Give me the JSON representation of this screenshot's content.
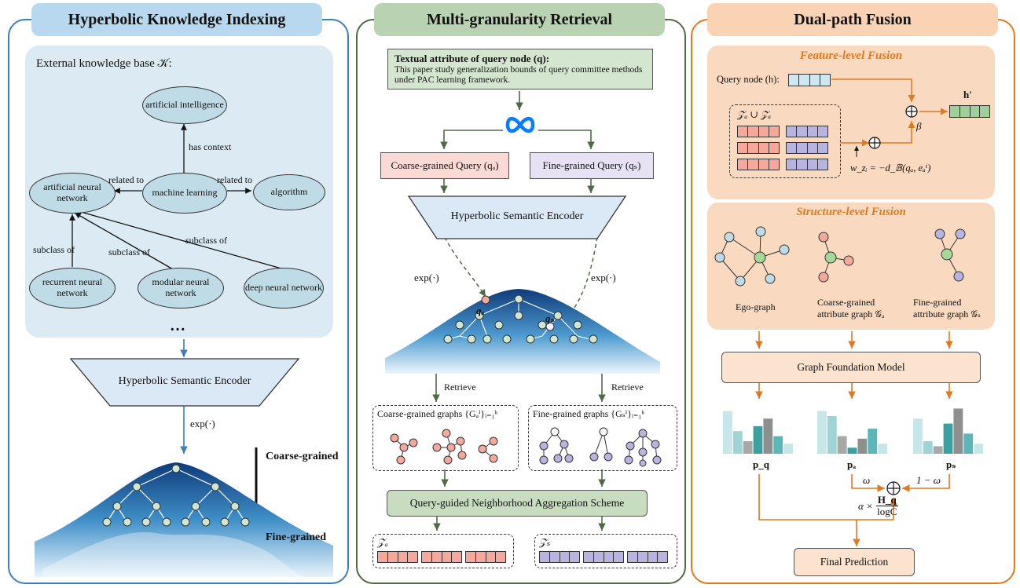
{
  "panels": {
    "left": {
      "title": "Hyperbolic Knowledge Indexing"
    },
    "middle": {
      "title": "Multi-granularity Retrieval"
    },
    "right": {
      "title": "Dual-path Fusion"
    }
  },
  "left": {
    "kb_label": "External knowledge base 𝒦:",
    "nodes": {
      "ai": "artificial intelligence",
      "ann": "artificial neural network",
      "ml": "machine learning",
      "algo": "algorithm",
      "rnn": "recurrent neural network",
      "mnn": "modular neural network",
      "dnn": "deep neural network"
    },
    "edges": {
      "has_context": "has context",
      "related_1": "related to",
      "related_2": "related to",
      "subclass_1": "subclass of",
      "subclass_2": "subclass of",
      "subclass_3": "subclass of"
    },
    "ellipsis": "…",
    "encoder": "Hyperbolic Semantic Encoder",
    "exp": "exp(·)",
    "coarse": "Coarse-grained",
    "fine": "Fine-grained"
  },
  "middle": {
    "query_title": "Textual attribute of query node (q):",
    "query_text": "This paper study generalization bounds of query committee methods under PAC learning framework.",
    "coarse_query": "Coarse-grained Query (qₐ)",
    "fine_query": "Fine-grained Query (qₛ)",
    "encoder": "Hyperbolic Semantic Encoder",
    "exp_left": "exp(·)",
    "exp_right": "exp(·)",
    "qa": "qₐ",
    "qs": "qₛ",
    "retrieve_left": "Retrieve",
    "retrieve_right": "Retrieve",
    "coarse_graphs": "Coarse-grained graphs {Gₐⁱ}ᵢ₌₁ᵏ",
    "fine_graphs": "Fine-grained graphs {Gₛⁱ}ᵢ₌₁ᵏ",
    "aggregation": "Query-guided Neighborhood Aggregation Scheme",
    "za": "𝒵ₐ",
    "zs": "𝒵ₛ"
  },
  "right": {
    "feature_title": "Feature-level Fusion",
    "query_node": "Query node (h):",
    "union": "𝒵ₐ ∪ 𝒵ₐ",
    "weight": "w_zᵢ = −d_𝔹(qₐ, eₐⁱ)",
    "beta": "β",
    "h_prime": "h′",
    "structure_title": "Structure-level Fusion",
    "ego": "Ego-graph",
    "coarse_attr": "Coarse-grained attribute graph 𝒢ₐ",
    "fine_attr": "Fine-grained attribute graph 𝒢ₛ",
    "gfm": "Graph Foundation Model",
    "pq": "p_q",
    "pa": "pₐ",
    "ps": "pₛ",
    "omega": "ω",
    "one_minus_omega": "1 − ω",
    "alpha": "α ×",
    "hq": "H_q",
    "logc": "logC",
    "final": "Final Prediction"
  },
  "colors": {
    "blue_panel": "#3d7fb5",
    "green_panel": "#4f6b45",
    "orange_panel": "#e07a1f",
    "kb_bg": "#dbeaf3",
    "node_fill": "#bfdbe6",
    "coarse_red": "#f4a99c",
    "fine_purple": "#b9b3df",
    "orange_bg": "#f9d9bf",
    "green_box": "#c8dcc0",
    "teal": "#3aa0a0",
    "gray_bar": "#a8a8a8"
  },
  "bars": {
    "pq": [
      0.85,
      0.45,
      0.25,
      0.55,
      0.7,
      0.35,
      0.2
    ],
    "pa": [
      0.85,
      0.75,
      0.35,
      0.12,
      0.3,
      0.5,
      0.2
    ],
    "ps": [
      0.7,
      0.25,
      0.15,
      0.6,
      0.9,
      0.4,
      0.2
    ]
  }
}
